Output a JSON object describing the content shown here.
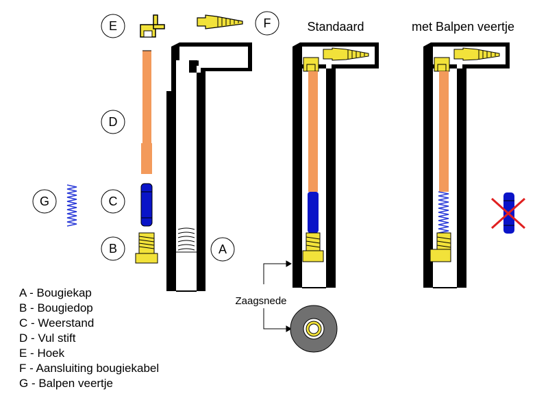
{
  "titles": {
    "standard": "Standaard",
    "spring": "met Balpen veertje"
  },
  "callouts": {
    "A": "A",
    "B": "B",
    "C": "C",
    "D": "D",
    "E": "E",
    "F": "F",
    "G": "G"
  },
  "saw_cut_label": "Zaagsnede",
  "legend": [
    "A - Bougiekap",
    "B - Bougiedop",
    "C - Weerstand",
    "D - Vul stift",
    "E - Hoek",
    "F - Aansluiting bougiekabel",
    "G - Balpen veertje"
  ],
  "colors": {
    "cap_body": "#000000",
    "rod": "#f39a5b",
    "resistor": "#0a14c8",
    "plug_connector": "#f2e23a",
    "spring": "#2a3ad8",
    "cross": "#e02020",
    "cut_ring": "#707070"
  }
}
